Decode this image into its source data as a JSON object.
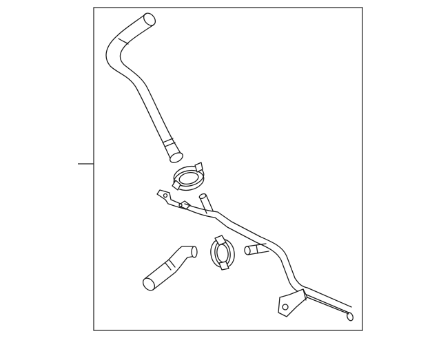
{
  "diagram": {
    "type": "parts-exploded-view",
    "parts": [
      {
        "name": "upper-hose"
      },
      {
        "name": "upper-clamp"
      },
      {
        "name": "heater-pipe"
      },
      {
        "name": "lower-clamp"
      },
      {
        "name": "lower-hose"
      }
    ],
    "colors": {
      "line": "#1a1a1a",
      "background": "#ffffff"
    }
  }
}
